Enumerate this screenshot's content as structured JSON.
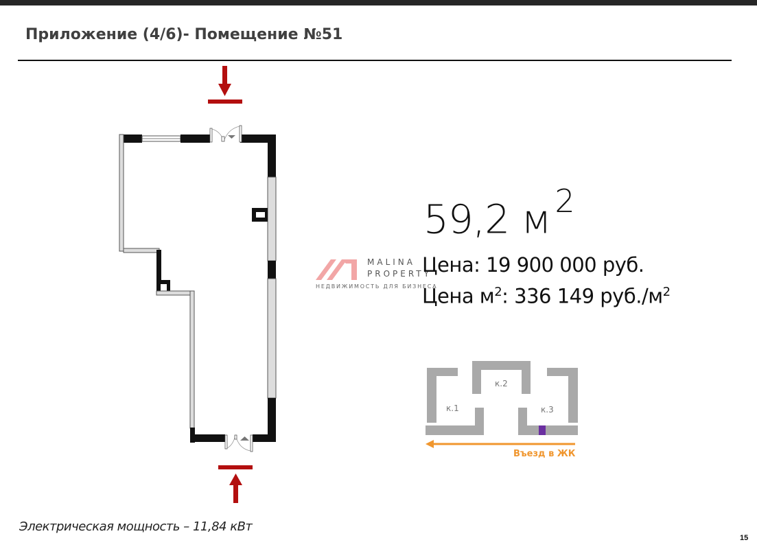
{
  "header": {
    "title": "Приложение (4/6)- Помещение №51"
  },
  "unit": {
    "area_value": "59,2 м",
    "area_sup": "2",
    "price_label": "Цена: 19 900 000 руб.",
    "price_per_m2_prefix": "Цена м",
    "price_per_m2_sup": "2",
    "price_per_m2_value": ": 336 149 руб./м",
    "price_per_m2_tail_sup": "2"
  },
  "watermark": {
    "line1": "MALINA",
    "line2": "PROPERTY",
    "tagline": "НЕДВИЖИМОСТЬ ДЛЯ БИЗНЕСА",
    "color": "#e85a5a"
  },
  "site_plan": {
    "buildings": [
      "к.1",
      "к.2",
      "к.3"
    ],
    "entry_label": "Въезд в ЖК",
    "entry_color": "#f0962e",
    "highlight_color": "#6a2fa0"
  },
  "floor_plan": {
    "entrance_arrow_color": "#b30f0f"
  },
  "footer": {
    "power": "Электрическая мощность – 11,84 кВт",
    "page_number": "15"
  }
}
